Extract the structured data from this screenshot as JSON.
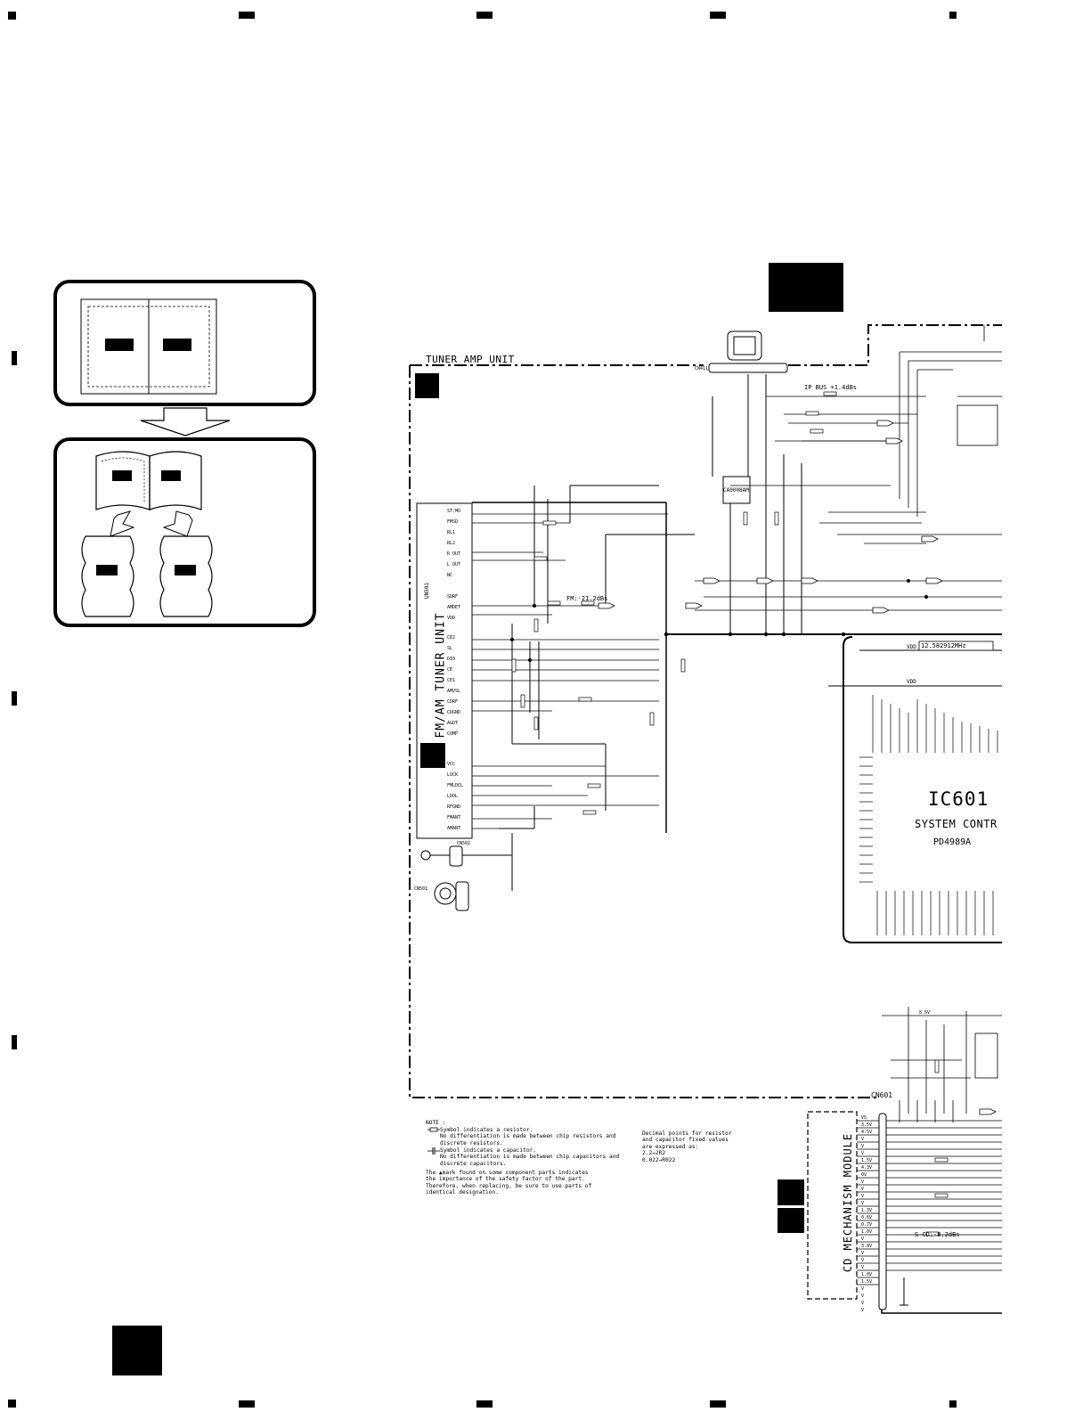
{
  "schematic": {
    "tuner_amp_unit_label": "TUNER AMP UNIT",
    "tuner_module_label": "FM/AM TUNER UNIT",
    "tuner_module_ref": "UN501",
    "cd_module_label": "CD MECHANISM MODULE",
    "ic_label": "IC601",
    "ic_function": "SYSTEM CONTR",
    "ic_part": "PD4989A",
    "crystal_label": "12.582912MHz",
    "ip_bus_label": "IP BUS +1.4dBs",
    "fm_level_label": "FM:-21.2dBs",
    "scd_level_label": "S-CD:-8.2dBs",
    "connector_cn601": "CN601",
    "connector_cn501": "CN501",
    "connector_cn502": "CN502",
    "connector_cn411": "CN411",
    "vdd_label_1": "VDD",
    "vdd_label_2": "VDD",
    "reg_ic_label": "CA0008AM",
    "voltage_label": "8.5V",
    "tuner_pins": [
      "ST:MO",
      "FMSD",
      "RL1",
      "RL2",
      "R OUT",
      "L OUT",
      "NC",
      "",
      "SDRF",
      "AMDET",
      "VDD",
      "CE2",
      "SL",
      "DI0",
      "CE",
      "CE1",
      "AMVSL",
      "CDRF",
      "CDGND",
      "AGDT",
      "COMP",
      "",
      "VCC",
      "LOCK",
      "FMLDCL",
      "LDOL",
      "RFGND",
      "FMANT",
      "AMANT"
    ],
    "cd_pins": [
      "V5",
      "3.5V",
      "4.5V",
      "V",
      "V",
      "V",
      "1.5V",
      "4.3V",
      "0V",
      "V",
      "V",
      "V",
      "V",
      "1.3V",
      "0.6V",
      "0.7V",
      "1.0V",
      "V",
      "3.8V",
      "V",
      "V",
      "V",
      "1.0V",
      "1.5V",
      "V",
      "V",
      "V",
      "V"
    ]
  },
  "note": {
    "title": "NOTE :",
    "resistor": "Symbol indicates a resistor.\nNo differentiation is made between chip resistors and\ndiscrete resistors.",
    "capacitor": "Symbol indicates a capacitor.\nNo differentiation is made between chip capacitors and\ndiscrete capacitors.",
    "safety": "The ▲mark found on some component parts indicates\nthe importance of the safety factor of the part.\nTherefore, when replacing, be sure to use parts of\nidentical designation.",
    "decimal": "Decimal points for resistor\nand capacitor fixed values\nare expressed as:\n2.2→2R2\n0.022→R022"
  }
}
